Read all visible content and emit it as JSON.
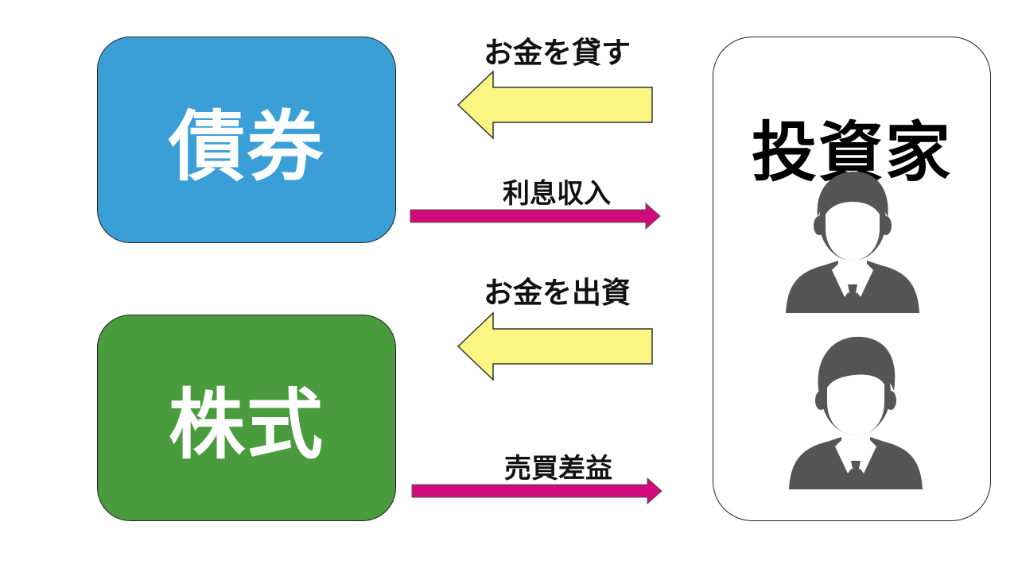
{
  "bond": {
    "label": "債券",
    "color": "#3a9fd6"
  },
  "stock": {
    "label": "株式",
    "color": "#4a9a3e"
  },
  "investor": {
    "label": "投資家"
  },
  "flows": {
    "lend_money": "お金を貸す",
    "interest_income": "利息収入",
    "invest_money": "お金を出資",
    "trading_profit": "売買差益"
  },
  "colors": {
    "money_arrow": "#fbf682",
    "return_arrow": "#d2097b",
    "person": "#555555"
  },
  "icons": [
    "person-short-hair-icon",
    "person-side-part-icon"
  ]
}
